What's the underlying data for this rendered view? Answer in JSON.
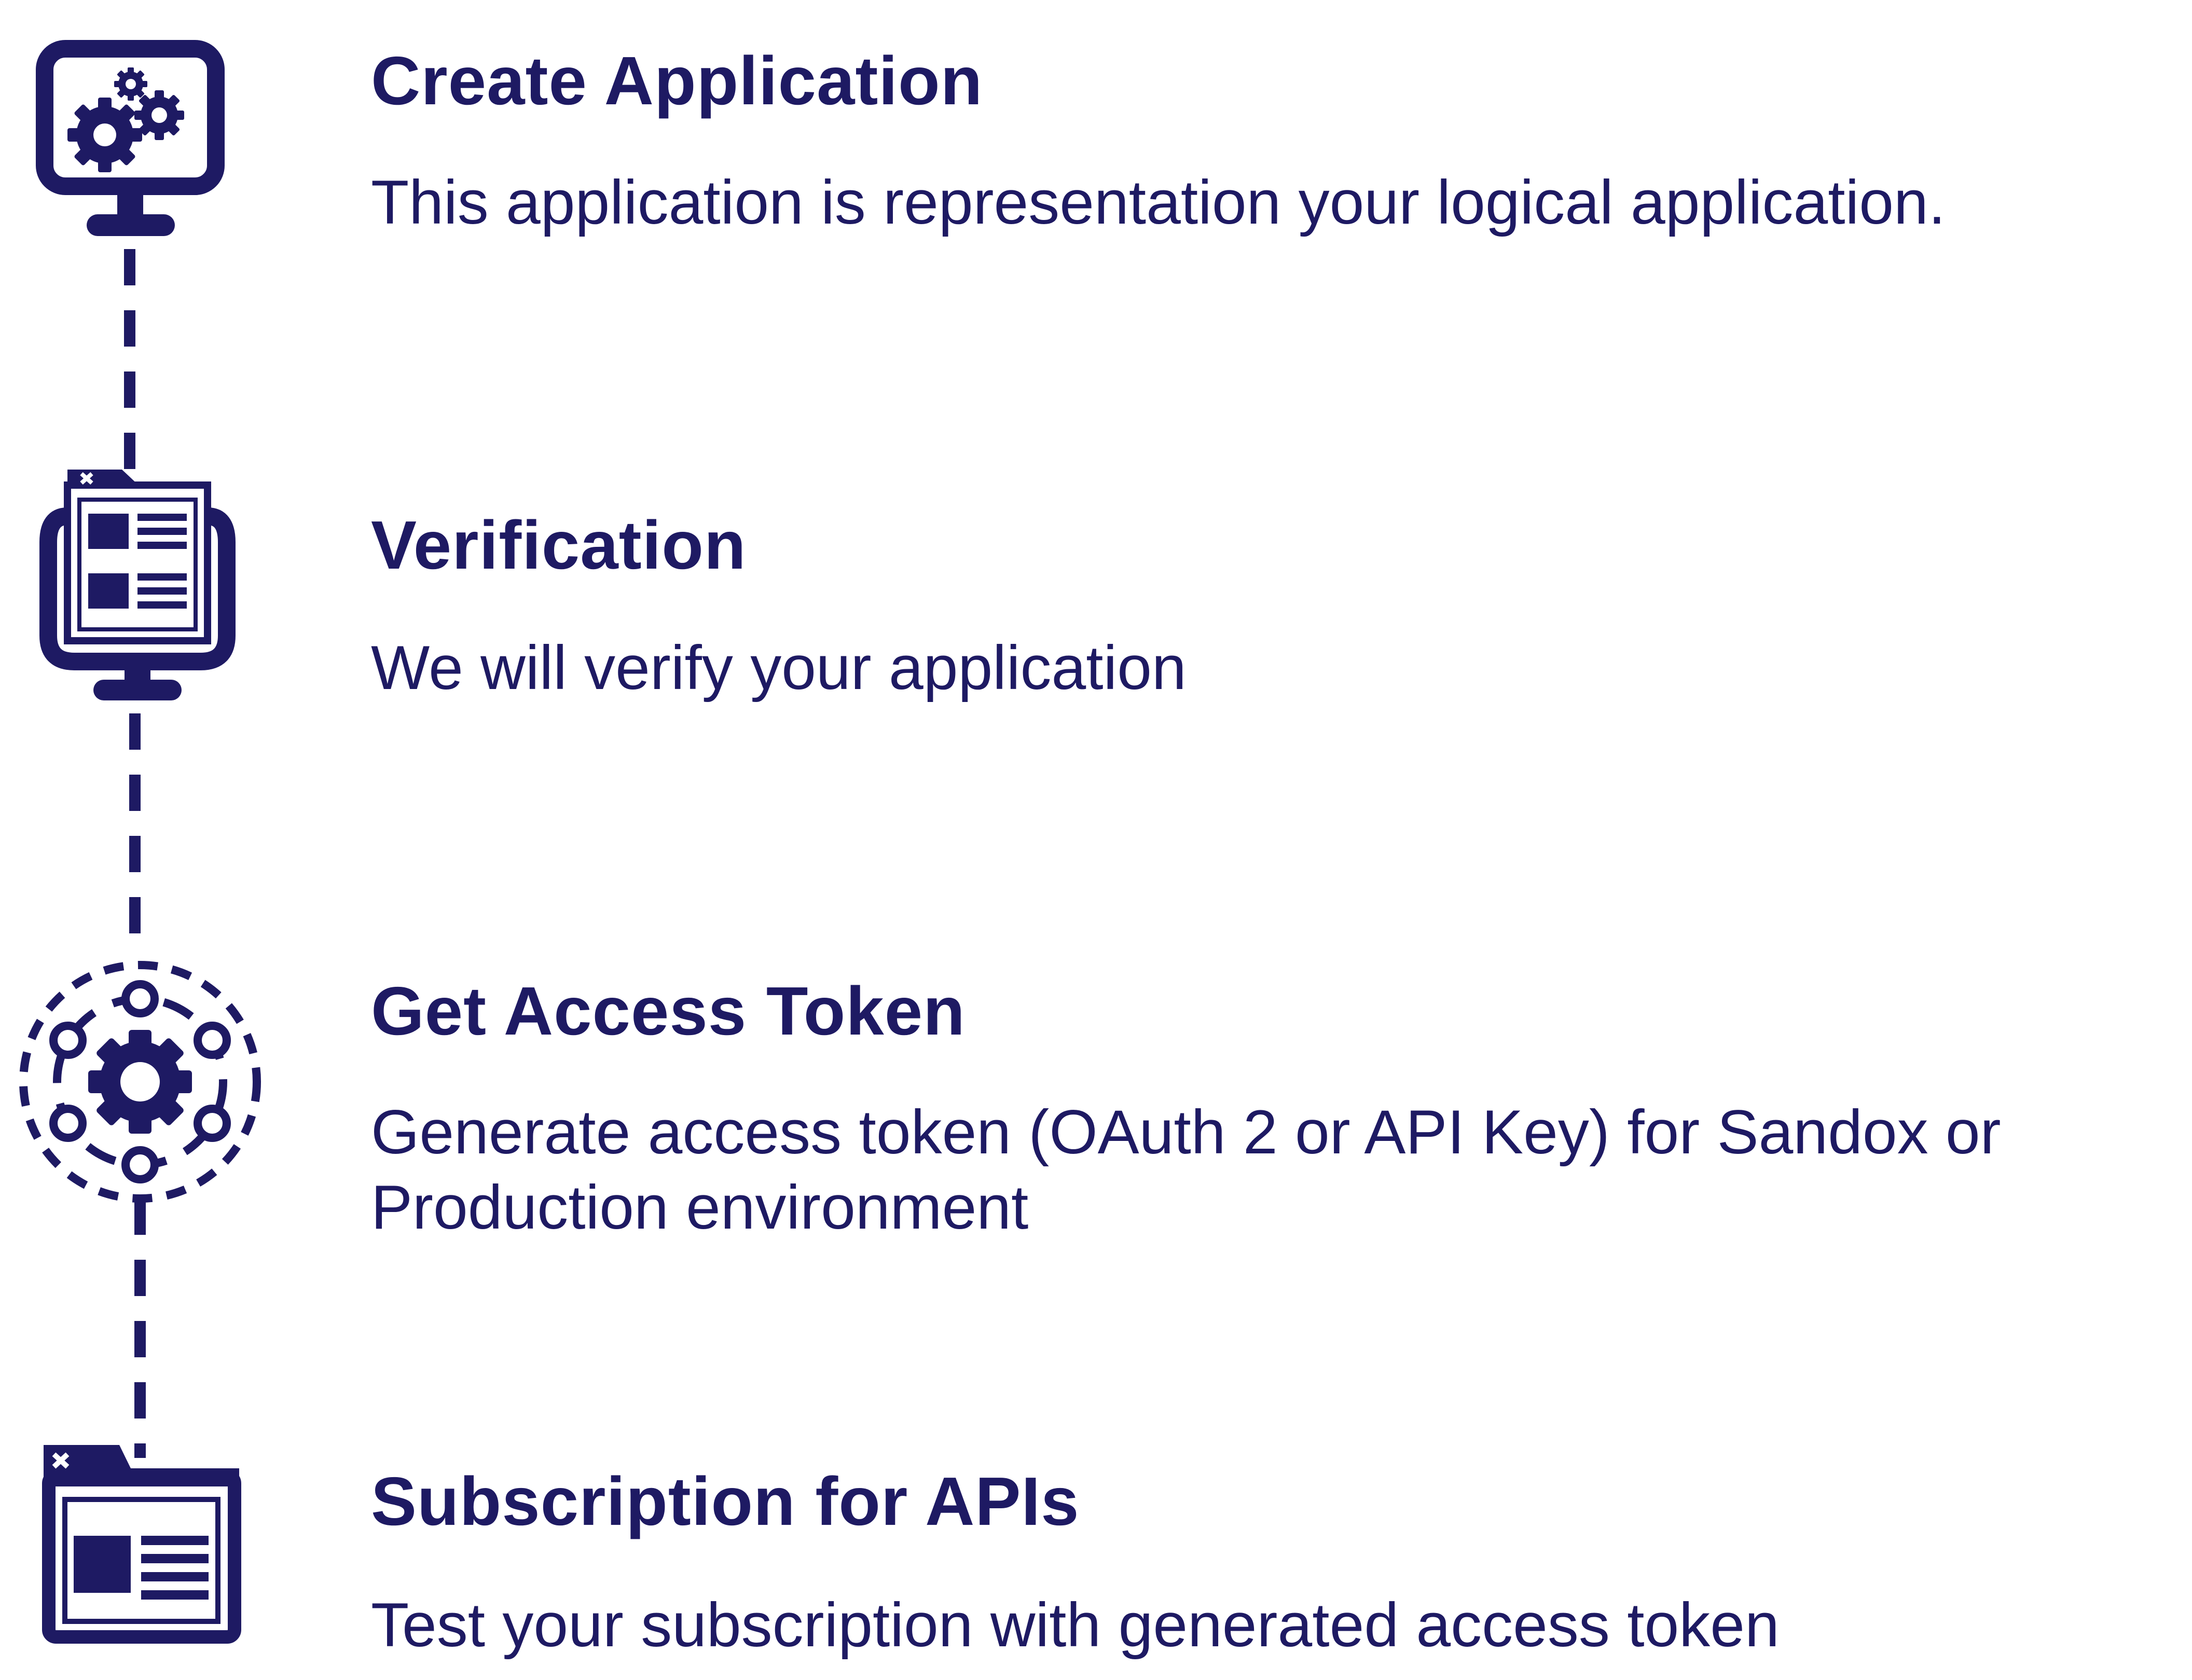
{
  "theme": {
    "ink_color": "#1e1a63",
    "background_color": "#ffffff"
  },
  "steps": [
    {
      "title": "Create Application",
      "description": "This application is representation your logical application.",
      "icon": "monitor-gears-icon"
    },
    {
      "title": "Verification",
      "description": "We will verify your application",
      "icon": "monitor-document-icon"
    },
    {
      "title": "Get Access Token",
      "description": "Generate access token (OAuth 2 or API Key) for Sandox or Production environment",
      "icon": "gear-network-icon"
    },
    {
      "title": "Subscription for APIs",
      "description": "Test your subscription with generated access token",
      "icon": "browser-window-icon"
    }
  ]
}
